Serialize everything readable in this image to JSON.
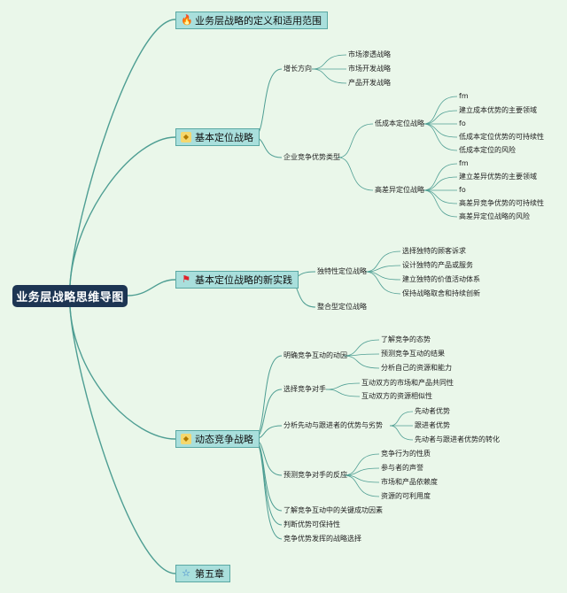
{
  "root": {
    "label": "业务层战略思维导图"
  },
  "branches": [
    {
      "label": "业务层战略的定义和适用范围",
      "icon": "fire-icon"
    },
    {
      "label": "基本定位战略",
      "icon": "bulb-icon",
      "children": [
        {
          "label": "增长方向",
          "children": [
            "市场渗透战略",
            "市场开发战略",
            "产品开发战略"
          ]
        },
        {
          "label": "企业竞争优势类型",
          "children": [
            {
              "label": "低成本定位战略",
              "children": [
                "fm",
                "建立成本优势的主要领域",
                "fo",
                "低成本定位优势的可持续性",
                "低成本定位的风险"
              ]
            },
            {
              "label": "高差异定位战略",
              "children": [
                "fm",
                "建立差异优势的主要领域",
                "fo",
                "高差异竞争优势的可持续性",
                "高差异定位战略的风险"
              ]
            }
          ]
        }
      ]
    },
    {
      "label": "基本定位战略的新实践",
      "icon": "flag-icon",
      "children": [
        {
          "label": "独特性定位战略",
          "children": [
            "选择独特的顾客诉求",
            "设计独特的产品或服务",
            "建立独特的价值活动体系",
            "保持战略取舍和持续创新"
          ]
        },
        {
          "label": "整合型定位战略"
        }
      ]
    },
    {
      "label": "动态竞争战略",
      "icon": "bulb-icon",
      "children": [
        {
          "label": "明确竞争互动的动因",
          "children": [
            "了解竞争的态势",
            "预测竞争互动的结果",
            "分析自己的资源和能力"
          ]
        },
        {
          "label": "选择竞争对手",
          "children": [
            "互动双方的市场和产品共同性",
            "互动双方的资源相似性"
          ]
        },
        {
          "label": "分析先动与跟进者的优势与劣势",
          "children": [
            "先动者优势",
            "跟进者优势",
            "先动者与跟进者优势的转化"
          ]
        },
        {
          "label": "预测竞争对手的反应",
          "children": [
            "竞争行为的性质",
            "参与者的声誉",
            "市场和产品依赖度",
            "资源的可利用度"
          ]
        },
        {
          "label": "了解竞争互动中的关键成功因素"
        },
        {
          "label": "判断优势可保持性"
        },
        {
          "label": "竞争优势发挥的战略选择"
        }
      ]
    },
    {
      "label": "第五章",
      "icon": "star-icon"
    }
  ],
  "colors": {
    "background": "#eaf7ea",
    "line": "#4e9e93",
    "root_fill": "#1d3553",
    "topic_fill": "#a9dfdc"
  }
}
